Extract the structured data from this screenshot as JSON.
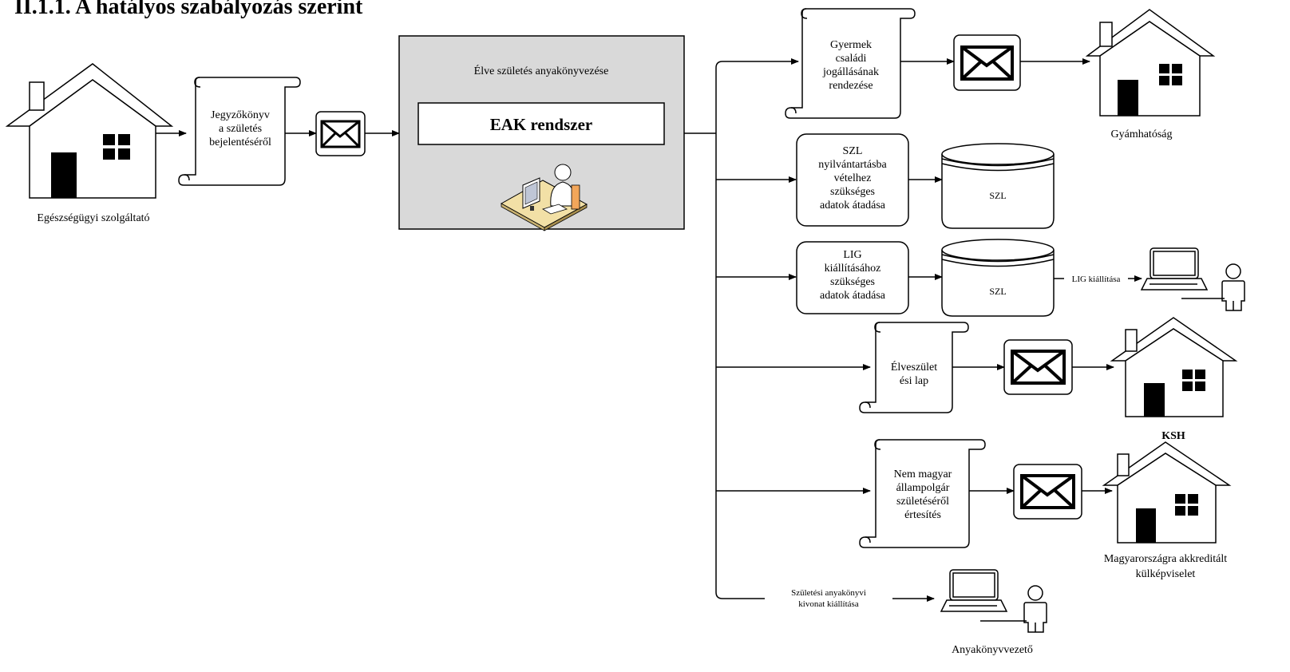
{
  "section_heading": "II.1.1. A hatályos szabályozás szerint",
  "colors": {
    "process_box_fill": "#d9d9d9",
    "desk_fill": "#f2e0a6",
    "line": "#000000"
  },
  "actors": {
    "healthcare_provider": "Egészségügyi szolgáltató",
    "guardianship_authority": "Gyámhatóság",
    "ksh": "KSH",
    "embassy": [
      "Magyarországra akkreditált",
      "külképviselet"
    ],
    "registrar": "Anyakönyvvezető"
  },
  "process": {
    "title": "Élve születés anyakönyvezése",
    "system": "EAK rendszer"
  },
  "documents": {
    "birth_report": [
      "Jegyzőkönyv",
      "a születés",
      "bejelentéséről"
    ],
    "family_status": [
      "Gyermek",
      "családi",
      "jogállásának",
      "rendezése"
    ],
    "szl_registration": [
      "SZL",
      "nyilvántartásba",
      "vételhez",
      "szükséges",
      "adatok átadása"
    ],
    "lig_issue": [
      "LIG",
      "kiállításához",
      "szükséges",
      "adatok átadása"
    ],
    "live_birth_sheet": [
      "Élveszület",
      "ési lap"
    ],
    "foreign_citizen": [
      "Nem magyar",
      "állampolgár",
      "születéséről",
      "értesítés"
    ]
  },
  "databases": {
    "szl_1": "SZL",
    "szl_2": "SZL"
  },
  "edge_labels": {
    "lig_issue": "LIG kiállítása",
    "birth_certificate": [
      "Születési anyakönyvi",
      "kivonat kiállítása"
    ]
  },
  "icons": [
    "house-icon",
    "scroll-icon",
    "envelope-icon",
    "database-icon",
    "computer-icon",
    "person-icon",
    "clerk-desk-icon"
  ]
}
